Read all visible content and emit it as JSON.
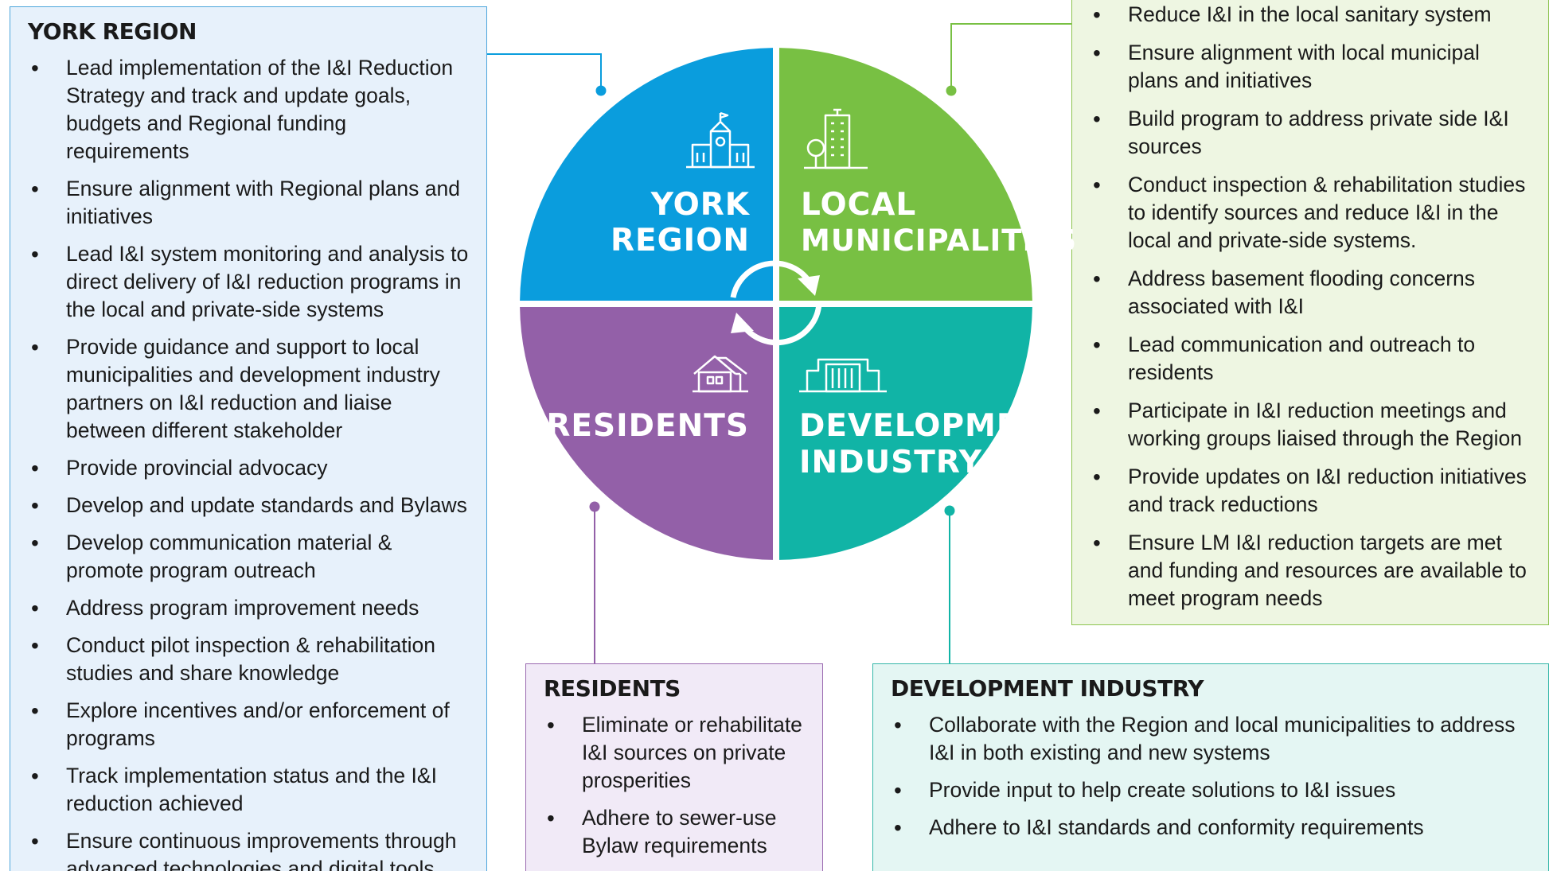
{
  "york_region": {
    "title": "YORK REGION",
    "items": [
      "Lead implementation of the I&I Reduction Strategy and track and update goals, budgets and Regional funding requirements",
      "Ensure alignment with Regional plans and initiatives",
      "Lead I&I system monitoring and analysis to direct delivery of I&I reduction programs in the local and private-side systems",
      "Provide guidance and support to local municipalities and development industry partners on I&I reduction and liaise between different stakeholder",
      "Provide provincial advocacy",
      "Develop and update standards and Bylaws",
      "Develop communication material & promote program outreach",
      "Address program improvement needs",
      "Conduct pilot inspection & rehabilitation studies and share knowledge",
      "Explore incentives and/or enforcement of programs",
      "Track implementation status and the I&I reduction achieved",
      "Ensure continuous improvements through advanced technologies and digital tools"
    ]
  },
  "local_municipalities": {
    "items": [
      "Reduce I&I in the local sanitary system",
      "Ensure alignment with local municipal plans and initiatives",
      "Build program to address private side I&I sources",
      "Conduct inspection & rehabilitation studies to identify sources and reduce I&I in the local and private-side systems.",
      "Address basement flooding concerns associated with I&I",
      "Lead communication and outreach to residents",
      "Participate in I&I reduction meetings and working groups liaised through the Region",
      "Provide updates on I&I reduction initiatives and track reductions",
      "Ensure LM I&I reduction targets are met and funding and resources are available to meet program needs"
    ]
  },
  "residents": {
    "title": "RESIDENTS",
    "items": [
      "Eliminate or rehabilitate I&I sources on private prosperities",
      "Adhere to sewer-use Bylaw requirements"
    ]
  },
  "development_industry": {
    "title": "DEVELOPMENT INDUSTRY",
    "items": [
      "Collaborate with the Region and local municipalities to address I&I in both existing and new systems",
      "Provide input to help create solutions to I&I issues",
      "Adhere to I&I standards and conformity requirements"
    ]
  },
  "circle": {
    "york_line1": "YORK",
    "york_line2": "REGION",
    "lm_line1": "LOCAL",
    "lm_line2": "MUNICIPALITIES",
    "res_line1": "RESIDENTS",
    "dev_line1": "DEVELOPMENT",
    "dev_line2": "INDUSTRY"
  },
  "colors": {
    "york": "#0a9ddd",
    "lm": "#78c043",
    "res": "#9360a8",
    "dev": "#11b4a6"
  },
  "icons": [
    "town-hall-icon",
    "city-building-icon",
    "house-icon",
    "factory-icon",
    "cycle-arrows-icon"
  ]
}
